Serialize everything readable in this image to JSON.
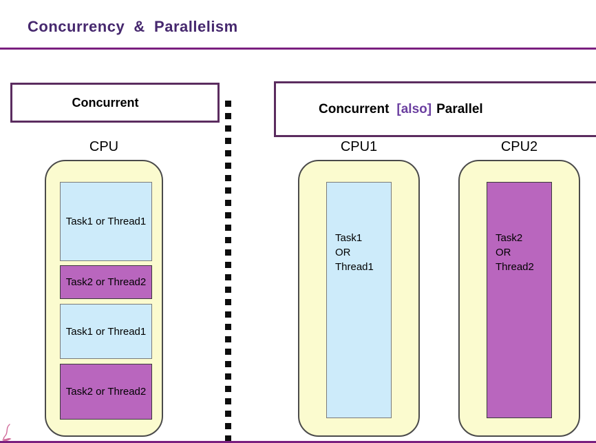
{
  "title": "Concurrency  &  Parallelism",
  "left_panel": {
    "header": "Concurrent",
    "cpu_label": "CPU",
    "timeline": [
      {
        "label": "Task1 or Thread1",
        "kind": "task1"
      },
      {
        "label": "Task2 or Thread2",
        "kind": "task2"
      },
      {
        "label": "Task1 or Thread1",
        "kind": "task1"
      },
      {
        "label": "Task2 or Thread2",
        "kind": "task2"
      }
    ]
  },
  "divider": {
    "style": "dotted-vertical-line"
  },
  "right_panel": {
    "header": {
      "concurrent": "Concurrent",
      "also": "[also]",
      "parallel": "Parallel"
    },
    "cpus": [
      {
        "label": "CPU1",
        "task": "Task1\nOR\nThread1",
        "kind": "task1"
      },
      {
        "label": "CPU2",
        "task": "Task2\nOR\nThread2",
        "kind": "task2"
      }
    ]
  },
  "colors": {
    "title_text": "#46286E",
    "accent_line": "#7A1F7F",
    "header_border": "#5B2C5F",
    "also_text": "#6B3FA0",
    "cpu_fill": "#FBFBCF",
    "task1_fill": "#CDEBFA",
    "task2_fill": "#B966BE",
    "signature_mark": "#D06A9A"
  }
}
